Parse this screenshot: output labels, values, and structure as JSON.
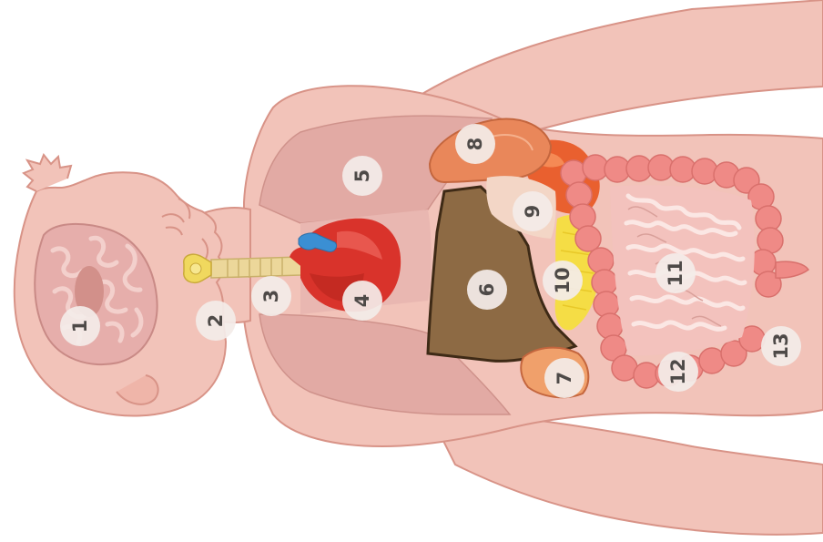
{
  "labels": [
    "1",
    "2",
    "3",
    "4",
    "5",
    "6",
    "7",
    "8",
    "9",
    "10",
    "11",
    "12",
    "13"
  ],
  "colors": {
    "skin": "#f2c3b9",
    "skin_outline": "#d89387",
    "brain": "#e6aeab",
    "brain_fold": "#f3d0cc",
    "lung": "#e2aaa4",
    "heart": "#d9332b",
    "vessel_blue": "#3b8fd3",
    "liver": "#8d6a44",
    "liver_outline": "#3e2a16",
    "stomach": "#e9602f",
    "kidney": "#e9875a",
    "spleen": "#f0a06b",
    "pancreas": "#f5dd45",
    "large_intestine": "#ef8a86",
    "small_intestine": "#f3c2bd",
    "thyroid": "#f0d85e",
    "trachea": "#ecd79a",
    "label_bg": "#f3ece8",
    "label_text": "#4e4a48"
  }
}
